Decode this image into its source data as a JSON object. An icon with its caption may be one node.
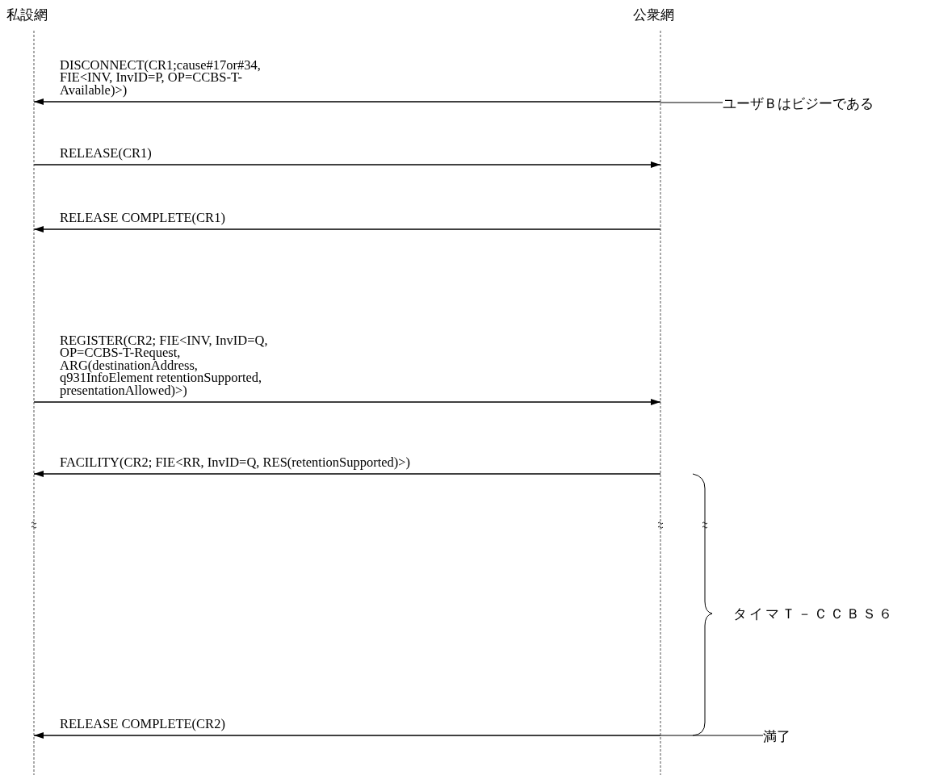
{
  "diagram": {
    "nodes": [
      {
        "text": [
          "私設網"
        ]
      },
      {
        "text": [
          "公衆網"
        ]
      },
      {
        "text": [
          "ユーザＢはビジーである"
        ]
      },
      {
        "text": [
          "満了"
        ]
      }
    ],
    "edges": [
      {
        "from": 1,
        "to": 0,
        "arrow": "to",
        "label": "DISCONNECT(CR1;cause#17or#34, FIE<INV, InvID=P, OP=CCBS-T-Available)>)"
      },
      {
        "from": 0,
        "to": 1,
        "arrow": "to",
        "label": "RELEASE(CR1)"
      },
      {
        "from": 1,
        "to": 0,
        "arrow": "to",
        "label": "RELEASE COMPLETE(CR1)"
      },
      {
        "from": 0,
        "to": 1,
        "arrow": "to",
        "label": "REGISTER(CR2; FIE<INV, InvID=Q, OP=CCBS-T-Request, ARG(destinationAddress, q931InfoElement retentionSupported, presentationAllowed)>)"
      },
      {
        "from": 1,
        "to": 0,
        "arrow": "to",
        "label": "FACILITY(CR2; FIE<RR, InvID=Q, RES(retentionSupported)>)"
      },
      {
        "from": 1,
        "to": 0,
        "arrow": "to",
        "label": "RELEASE COMPLETE(CR2)"
      },
      {
        "from": 2,
        "to": 1,
        "arrow": "none"
      },
      {
        "from": 3,
        "to": 1,
        "arrow": "none"
      }
    ],
    "labels": [
      "タイマＴ－ＣＣＢＳ６"
    ]
  }
}
